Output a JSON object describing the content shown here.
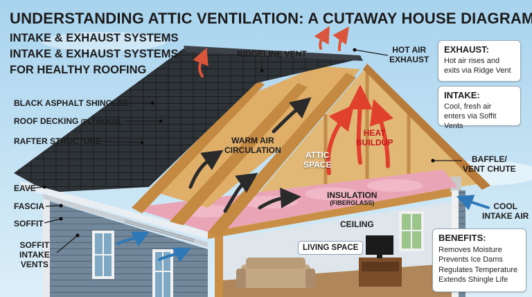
{
  "title": "UNDERSTANDING ATTIC VENTILATION: A CUTAWAY HOUSE DIAGRAM",
  "subtitle_lines": [
    "INTAKE & EXHAUST SYSTEMS",
    "INTAKE & EXHAUST SYSTEMS",
    "FOR HEALTHY ROOFING"
  ],
  "labels": {
    "ridgeline_vent": "RIDGELINE VENT",
    "hot_air_exhaust_1": "HOT AIR",
    "hot_air_exhaust_2": "EXHAUST",
    "shingles": "BLACK ASPHALT SHINGLES",
    "decking": "ROOF DECKING",
    "decking_note": "(PLYWOOD)",
    "rafter": "RAFTER STRUCTURE",
    "eave": "EAVE",
    "fascia": "FASCIA",
    "soffit": "SOFFIT",
    "soffit_vents_1": "SOFFIT",
    "soffit_vents_2": "INTAKE",
    "soffit_vents_3": "VENTS",
    "warm_air_1": "WARM AIR",
    "warm_air_2": "CIRCULATION",
    "attic_space_1": "ATTIC",
    "attic_space_2": "SPACE",
    "heat_buildup_1": "HEAT",
    "heat_buildup_2": "BUILDUP",
    "insulation": "INSULATION",
    "insulation_note": "(FIBERGLASS)",
    "ceiling": "CEILING",
    "living_space": "LIVING SPACE",
    "baffle_1": "BAFFLE/",
    "baffle_2": "VENT CHUTE",
    "cool_intake_1": "COOL",
    "cool_intake_2": "INTAKE AIR"
  },
  "cards": {
    "exhaust": {
      "heading": "EXHAUST:",
      "text": "Hot air rises and exits via Ridge Vent"
    },
    "intake": {
      "heading": "INTAKE:",
      "text": "Cool, fresh air enters via Soffit Vents"
    },
    "benefits": {
      "heading": "BENEFITS:",
      "items": [
        "Removes Moisture",
        "Prevents Ice Dams",
        "Regulates Temperature",
        "Extends Shingle Life"
      ]
    }
  },
  "colors": {
    "sky": "#bfe0f2",
    "shingles": "#2b2f33",
    "wood": "#d9a85f",
    "insulation": "#e7a3b4",
    "siding": "#6f8496",
    "hot_arrow": "#d9553b",
    "cool_arrow": "#2f78b8",
    "heat_text": "#c8141a"
  }
}
